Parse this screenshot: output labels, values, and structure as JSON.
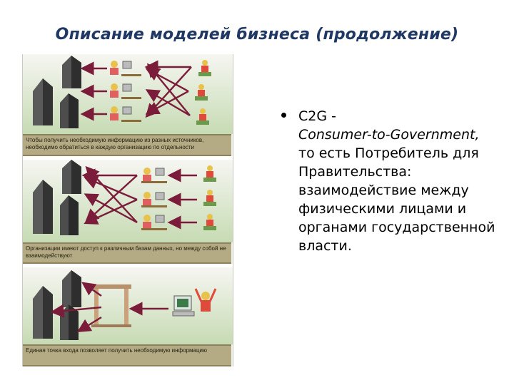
{
  "slide": {
    "title": "Описание моделей бизнеса (продолжение)"
  },
  "figure": {
    "panels": [
      {
        "caption": "Чтобы получить необходимую информацию из разных источников, необходимо обратиться в каждую организацию по отдельности"
      },
      {
        "caption": "Организации имеют доступ к различным базам данных, но между собой не взаимодействуют"
      },
      {
        "caption": "Единая точка входа позволяет получить необходимую информацию"
      }
    ],
    "colors": {
      "arrow": "#7b1c3a",
      "building": "#4a4a4a",
      "caption_bg": "#b4aa84",
      "grass": "#c9dcb8"
    }
  },
  "bullet": {
    "line1": "C2G -",
    "line2": "Consumer-to-Government,",
    "rest": "то есть Потребитель для Правительства: взаимодействие между физическими лицами и органами государственной власти."
  }
}
